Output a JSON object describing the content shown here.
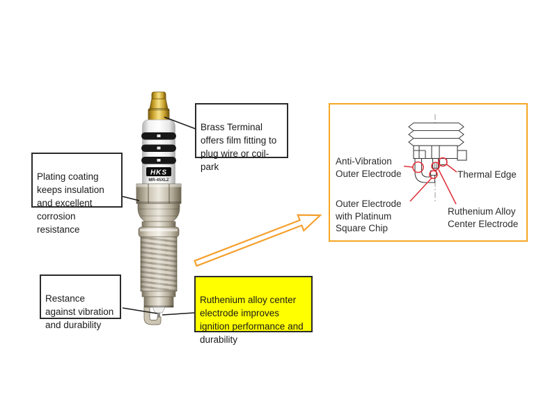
{
  "plug": {
    "brand": "HKS",
    "model": "MR-45XLZ"
  },
  "callouts": {
    "brass": {
      "text": "Brass Terminal\noffers film fitting to\nplug wire or coil-\npark"
    },
    "plating": {
      "text": "Plating coating\nkeeps insulation\nand excellent\ncorrosion resistance"
    },
    "restance": {
      "text": "Restance\nagainst vibration\nand durability"
    },
    "ruthenium": {
      "text": "Ruthenium alloy center\nelectrode improves\nignition performance and\ndurability"
    }
  },
  "detail_panel": {
    "labels": {
      "anti_vibration": "Anti-Vibration\nOuter Electrode",
      "thermal_edge": "Thermal Edge",
      "outer_electrode": "Outer Electrode\nwith Platinum\nSquare Chip",
      "ruthenium_center": "Ruthenium Alloy\nCenter Electrode"
    }
  },
  "colors": {
    "highlight_yellow": "#ffff00",
    "panel_border_orange": "#f5a623",
    "arrow_orange": "#f5a02d",
    "annotation_red": "#e0333c",
    "leader_black": "#1a1a1a",
    "brass_gold": "#caa22b"
  }
}
